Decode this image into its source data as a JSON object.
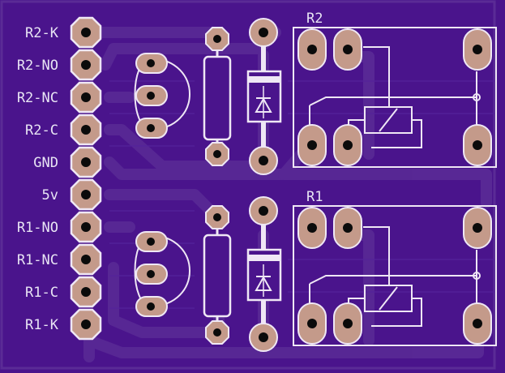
{
  "colors": {
    "board": "#4a148c",
    "trace": "#5a2b96",
    "trace_edge": "#3b0f73",
    "pad": "#c49a8a",
    "pad_ring": "#efe7f5",
    "silk": "#e8e4f4",
    "hole": "#0b0b0b"
  },
  "connector": {
    "pins": [
      {
        "label": "R2-K"
      },
      {
        "label": "R2-NO"
      },
      {
        "label": "R2-NC"
      },
      {
        "label": "R2-C"
      },
      {
        "label": "GND"
      },
      {
        "label": "5v"
      },
      {
        "label": "R1-NO"
      },
      {
        "label": "R1-NC"
      },
      {
        "label": "R1-C"
      },
      {
        "label": "R1-K"
      }
    ]
  },
  "relays": {
    "top": {
      "label": "R2"
    },
    "bottom": {
      "label": "R1"
    }
  },
  "components": {
    "transistors": [
      "transistor-icon",
      "transistor-icon"
    ],
    "resistors": [
      "resistor-icon",
      "resistor-icon"
    ],
    "diodes": [
      "diode-icon",
      "diode-icon"
    ]
  }
}
